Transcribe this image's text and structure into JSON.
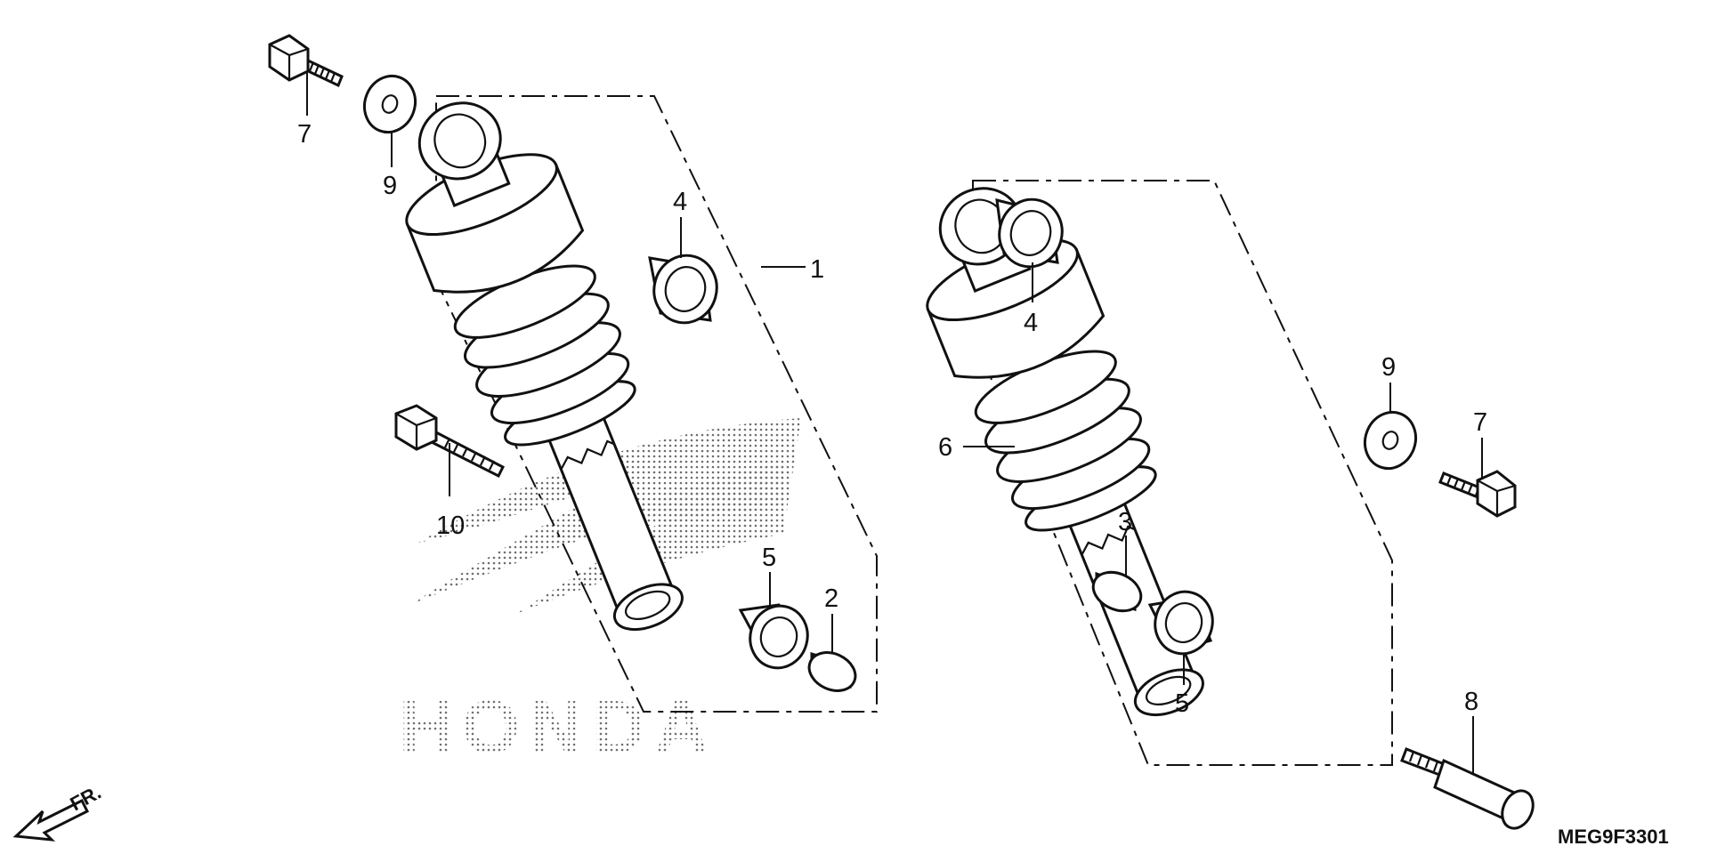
{
  "diagram": {
    "watermark": "HONDA",
    "diagram_code": "MEG9F3301",
    "direction_label": "FR.",
    "callouts": [
      {
        "id": "c1",
        "label": "1"
      },
      {
        "id": "c2",
        "label": "2"
      },
      {
        "id": "c3",
        "label": "3"
      },
      {
        "id": "c4a",
        "label": "4"
      },
      {
        "id": "c4b",
        "label": "4"
      },
      {
        "id": "c5a",
        "label": "5"
      },
      {
        "id": "c5b",
        "label": "5"
      },
      {
        "id": "c6",
        "label": "6"
      },
      {
        "id": "c7a",
        "label": "7"
      },
      {
        "id": "c7b",
        "label": "7"
      },
      {
        "id": "c8",
        "label": "8"
      },
      {
        "id": "c9a",
        "label": "9"
      },
      {
        "id": "c9b",
        "label": "9"
      },
      {
        "id": "c10",
        "label": "10"
      }
    ]
  }
}
